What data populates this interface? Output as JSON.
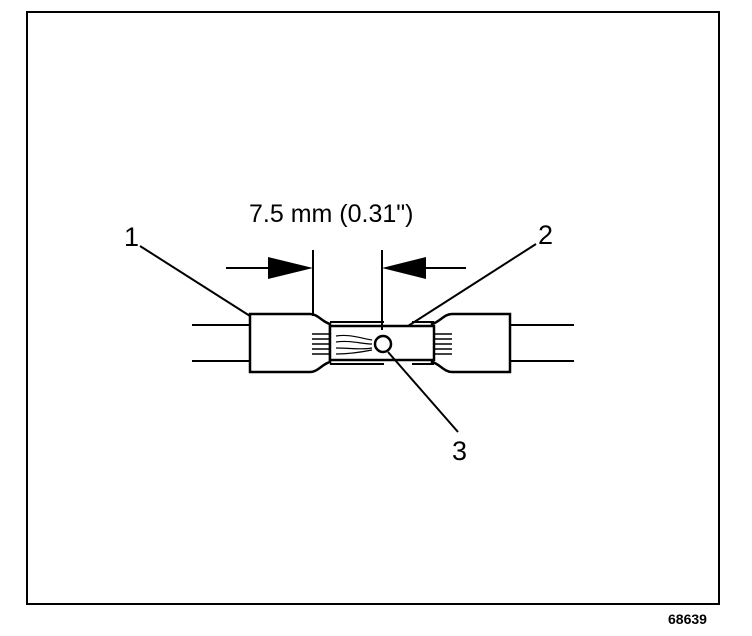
{
  "dimension_label": "7.5 mm (0.31\")",
  "callouts": [
    "1",
    "2",
    "3"
  ],
  "figure_number": "68639"
}
